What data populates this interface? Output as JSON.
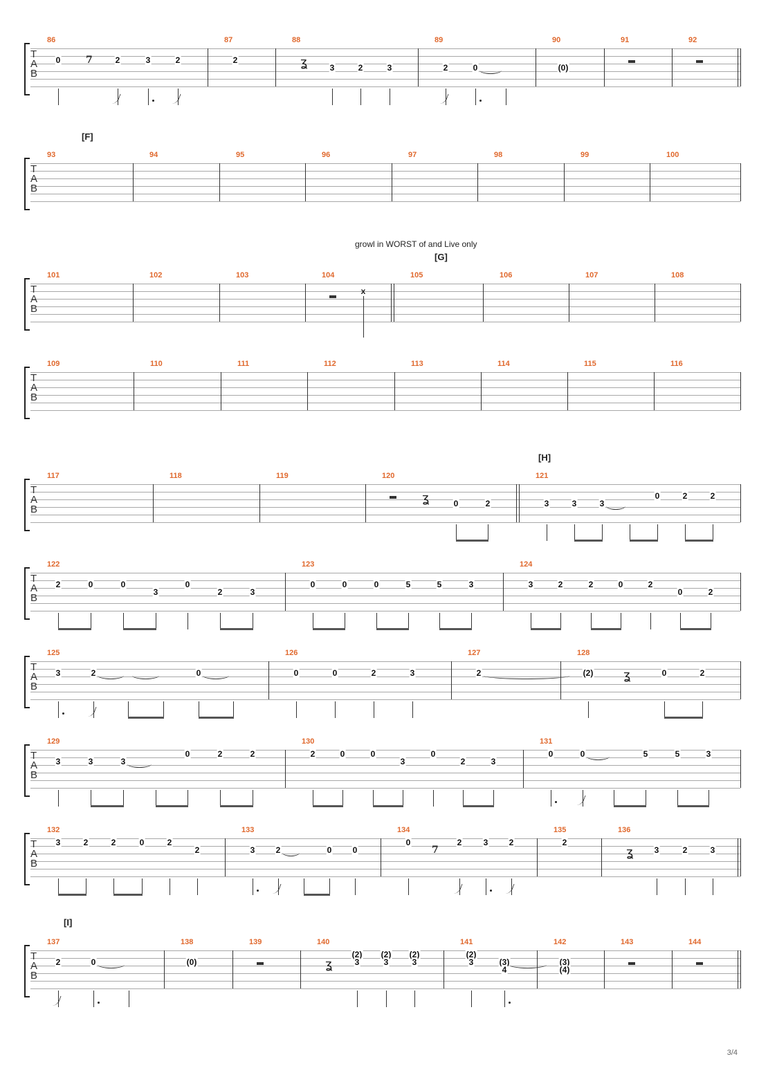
{
  "tab_letters": [
    "T",
    "A",
    "B"
  ],
  "page_number": "3/4",
  "annotation": "growl in WORST of and Live only",
  "sections": [
    {
      "label": "[F]",
      "measure": 93
    },
    {
      "label": "[G]",
      "measure": 105
    },
    {
      "label": "[H]",
      "measure": 121
    },
    {
      "label": "[I]",
      "measure": 137
    }
  ],
  "systems": [
    {
      "measures": [
        {
          "n": "86",
          "events": [
            {
              "f": "0",
              "s": 1,
              "d": "q"
            },
            {
              "r": "8"
            },
            {
              "f": "2",
              "s": 1,
              "d": "8"
            },
            {
              "f": "3",
              "s": 1,
              "d": "q."
            },
            {
              "f": "2",
              "s": 1,
              "d": "8"
            }
          ]
        },
        {
          "n": "87",
          "events": [
            {
              "f": "2",
              "s": 1,
              "d": "w"
            }
          ]
        },
        {
          "n": "88",
          "events": [
            {
              "r": "q"
            },
            {
              "f": "3",
              "s": 2,
              "d": "q"
            },
            {
              "f": "2",
              "s": 2,
              "d": "q"
            },
            {
              "f": "3",
              "s": 2,
              "d": "q"
            }
          ]
        },
        {
          "n": "89",
          "events": [
            {
              "f": "2",
              "s": 2,
              "d": "8"
            },
            {
              "f": "0",
              "s": 2,
              "d": "q.",
              "tie": true
            },
            {
              "f": "",
              "d": "hs"
            }
          ]
        },
        {
          "n": "90",
          "events": [
            {
              "f": "(0)",
              "s": 2,
              "d": "w"
            }
          ]
        },
        {
          "n": "91",
          "events": [
            {
              "r": "h"
            }
          ]
        },
        {
          "n": "92",
          "events": [
            {
              "r": "h"
            }
          ],
          "end": true
        }
      ]
    },
    {
      "measures": [
        {
          "n": "93",
          "events": []
        },
        {
          "n": "94",
          "events": []
        },
        {
          "n": "95",
          "events": []
        },
        {
          "n": "96",
          "events": []
        },
        {
          "n": "97",
          "events": []
        },
        {
          "n": "98",
          "events": []
        },
        {
          "n": "99",
          "events": []
        },
        {
          "n": "100",
          "events": []
        }
      ]
    },
    {
      "measures": [
        {
          "n": "101",
          "events": []
        },
        {
          "n": "102",
          "events": []
        },
        {
          "n": "103",
          "events": []
        },
        {
          "n": "104",
          "events": [
            {
              "r": "h"
            },
            {
              "x": "x"
            }
          ],
          "double": true
        },
        {
          "n": "105",
          "events": []
        },
        {
          "n": "106",
          "events": []
        },
        {
          "n": "107",
          "events": []
        },
        {
          "n": "108",
          "events": []
        }
      ]
    },
    {
      "measures": [
        {
          "n": "109",
          "events": []
        },
        {
          "n": "110",
          "events": []
        },
        {
          "n": "111",
          "events": []
        },
        {
          "n": "112",
          "events": []
        },
        {
          "n": "113",
          "events": []
        },
        {
          "n": "114",
          "events": []
        },
        {
          "n": "115",
          "events": []
        },
        {
          "n": "116",
          "events": []
        }
      ]
    },
    {
      "measures": [
        {
          "n": "117",
          "events": []
        },
        {
          "n": "118",
          "events": []
        },
        {
          "n": "119",
          "events": []
        },
        {
          "n": "120",
          "events": [
            {
              "r": "h"
            },
            {
              "r": "q"
            },
            {
              "f": "0",
              "s": 2,
              "d": "8b"
            },
            {
              "f": "2",
              "s": 2,
              "d": "8b"
            }
          ],
          "double": true
        },
        {
          "n": "121",
          "events": [
            {
              "f": "3",
              "s": 2,
              "d": "q"
            },
            {
              "f": "3",
              "s": 2,
              "d": "8b"
            },
            {
              "f": "3",
              "s": 2,
              "d": "8b",
              "tie": true
            },
            {
              "f": "",
              "d": "8b"
            },
            {
              "f": "0",
              "s": 1,
              "d": "8b"
            },
            {
              "f": "2",
              "s": 1,
              "d": "8b"
            },
            {
              "f": "2",
              "s": 1,
              "d": "8b"
            }
          ]
        }
      ]
    },
    {
      "measures": [
        {
          "n": "122",
          "events": [
            {
              "f": "2",
              "s": 1,
              "d": "8b"
            },
            {
              "f": "0",
              "s": 1,
              "d": "8b"
            },
            {
              "f": "0",
              "s": 1,
              "d": "8b"
            },
            {
              "f": "3",
              "s": 2,
              "d": "8b"
            },
            {
              "f": "0",
              "s": 1,
              "d": "q"
            },
            {
              "f": "2",
              "s": 2,
              "d": "8b"
            },
            {
              "f": "3",
              "s": 2,
              "d": "8b"
            }
          ]
        },
        {
          "n": "123",
          "events": [
            {
              "f": "0",
              "s": 1,
              "d": "8b"
            },
            {
              "f": "0",
              "s": 1,
              "d": "8b"
            },
            {
              "f": "0",
              "s": 1,
              "d": "8b"
            },
            {
              "f": "5",
              "s": 1,
              "d": "8b"
            },
            {
              "f": "5",
              "s": 1,
              "d": "8b"
            },
            {
              "f": "3",
              "s": 1,
              "d": "8b"
            }
          ]
        },
        {
          "n": "124",
          "events": [
            {
              "f": "3",
              "s": 1,
              "d": "8b"
            },
            {
              "f": "2",
              "s": 1,
              "d": "8b"
            },
            {
              "f": "2",
              "s": 1,
              "d": "8b"
            },
            {
              "f": "0",
              "s": 1,
              "d": "8b"
            },
            {
              "f": "2",
              "s": 1,
              "d": "q"
            },
            {
              "f": "0",
              "s": 2,
              "d": "8b"
            },
            {
              "f": "2",
              "s": 2,
              "d": "8b"
            }
          ]
        }
      ]
    },
    {
      "measures": [
        {
          "n": "125",
          "events": [
            {
              "f": "3",
              "s": 1,
              "d": "q."
            },
            {
              "f": "2",
              "s": 1,
              "d": "8",
              "tie": true
            },
            {
              "f": "",
              "d": "8b",
              "tie": true
            },
            {
              "f": "",
              "d": "8b"
            },
            {
              "f": "0",
              "s": 1,
              "d": "8b",
              "tie": true
            },
            {
              "f": "",
              "d": "8b"
            }
          ]
        },
        {
          "n": "126",
          "events": [
            {
              "f": "0",
              "s": 1,
              "d": "q"
            },
            {
              "f": "0",
              "s": 1,
              "d": "q"
            },
            {
              "f": "2",
              "s": 1,
              "d": "q"
            },
            {
              "f": "3",
              "s": 1,
              "d": "q"
            }
          ]
        },
        {
          "n": "127",
          "events": [
            {
              "f": "2",
              "s": 1,
              "d": "w",
              "tie": true
            }
          ]
        },
        {
          "n": "128",
          "events": [
            {
              "f": "(2)",
              "s": 1,
              "d": "q"
            },
            {
              "r": "q"
            },
            {
              "f": "0",
              "s": 1,
              "d": "8b"
            },
            {
              "f": "2",
              "s": 1,
              "d": "8b"
            }
          ]
        }
      ]
    },
    {
      "measures": [
        {
          "n": "129",
          "events": [
            {
              "f": "3",
              "s": 1,
              "d": "q"
            },
            {
              "f": "3",
              "s": 1,
              "d": "8b"
            },
            {
              "f": "3",
              "s": 1,
              "d": "8b",
              "tie": true
            },
            {
              "f": "",
              "d": "8b"
            },
            {
              "f": "0",
              "s": 0,
              "d": "8b"
            },
            {
              "f": "2",
              "s": 0,
              "d": "8b"
            },
            {
              "f": "2",
              "s": 0,
              "d": "8b"
            }
          ]
        },
        {
          "n": "130",
          "events": [
            {
              "f": "2",
              "s": 0,
              "d": "8b"
            },
            {
              "f": "0",
              "s": 0,
              "d": "8b"
            },
            {
              "f": "0",
              "s": 0,
              "d": "8b"
            },
            {
              "f": "3",
              "s": 1,
              "d": "8b"
            },
            {
              "f": "0",
              "s": 0,
              "d": "q"
            },
            {
              "f": "2",
              "s": 1,
              "d": "8b"
            },
            {
              "f": "3",
              "s": 1,
              "d": "8b"
            }
          ]
        },
        {
          "n": "131",
          "events": [
            {
              "f": "0",
              "s": 0,
              "d": "q."
            },
            {
              "f": "0",
              "s": 0,
              "d": "8",
              "tie": true
            },
            {
              "f": "",
              "d": "8b"
            },
            {
              "f": "5",
              "s": 0,
              "d": "8b"
            },
            {
              "f": "5",
              "s": 0,
              "d": "8b"
            },
            {
              "f": "3",
              "s": 0,
              "d": "8b"
            }
          ]
        }
      ]
    },
    {
      "measures": [
        {
          "n": "132",
          "events": [
            {
              "f": "3",
              "s": 0,
              "d": "8b"
            },
            {
              "f": "2",
              "s": 0,
              "d": "8b"
            },
            {
              "f": "2",
              "s": 0,
              "d": "8b"
            },
            {
              "f": "0",
              "s": 0,
              "d": "8b"
            },
            {
              "f": "2",
              "s": 0,
              "d": "q"
            },
            {
              "f": "2",
              "s": 1,
              "d": "q"
            }
          ]
        },
        {
          "n": "133",
          "events": [
            {
              "f": "3",
              "s": 1,
              "d": "q."
            },
            {
              "f": "2",
              "s": 1,
              "d": "8",
              "tie": true
            },
            {
              "f": "",
              "d": "8b"
            },
            {
              "f": "0",
              "s": 1,
              "d": "8b"
            },
            {
              "f": "0",
              "s": 1,
              "d": "q"
            }
          ]
        },
        {
          "n": "134",
          "events": [
            {
              "f": "0",
              "s": 0,
              "d": "q"
            },
            {
              "r": "8"
            },
            {
              "f": "2",
              "s": 0,
              "d": "8"
            },
            {
              "f": "3",
              "s": 0,
              "d": "q."
            },
            {
              "f": "2",
              "s": 0,
              "d": "8"
            }
          ]
        },
        {
          "n": "135",
          "events": [
            {
              "f": "2",
              "s": 0,
              "d": "w"
            }
          ]
        },
        {
          "n": "136",
          "events": [
            {
              "r": "q"
            },
            {
              "f": "3",
              "s": 1,
              "d": "q"
            },
            {
              "f": "2",
              "s": 1,
              "d": "q"
            },
            {
              "f": "3",
              "s": 1,
              "d": "q"
            }
          ],
          "end": true
        }
      ]
    },
    {
      "measures": [
        {
          "n": "137",
          "events": [
            {
              "f": "2",
              "s": 1,
              "d": "8"
            },
            {
              "f": "0",
              "s": 1,
              "d": "q.",
              "tie": true
            },
            {
              "f": "",
              "d": "hs"
            }
          ]
        },
        {
          "n": "138",
          "events": [
            {
              "f": "(0)",
              "s": 1,
              "d": "w"
            }
          ]
        },
        {
          "n": "139",
          "events": [
            {
              "r": "h"
            }
          ]
        },
        {
          "n": "140",
          "events": [
            {
              "r": "q"
            },
            {
              "f": "(2)",
              "f2": "3",
              "s": 0,
              "d": "q"
            },
            {
              "f": "(2)",
              "f2": "3",
              "s": 0,
              "d": "q"
            },
            {
              "f": "(2)",
              "f2": "3",
              "s": 0,
              "d": "q"
            }
          ]
        },
        {
          "n": "141",
          "events": [
            {
              "f": "(2)",
              "f2": "3",
              "s": 0,
              "d": "q"
            },
            {
              "f": "(3)",
              "f2": "4",
              "s": 1,
              "d": "q.",
              "tie": true
            }
          ]
        },
        {
          "n": "142",
          "events": [
            {
              "f": "(3)",
              "f2": "(4)",
              "s": 1,
              "d": "w"
            }
          ]
        },
        {
          "n": "143",
          "events": [
            {
              "r": "h"
            }
          ]
        },
        {
          "n": "144",
          "events": [
            {
              "r": "h"
            }
          ],
          "end": true
        }
      ]
    }
  ]
}
